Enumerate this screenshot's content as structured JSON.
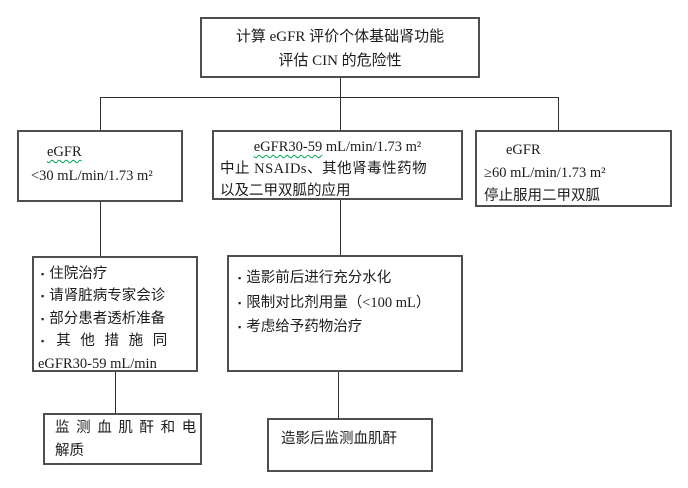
{
  "diagram": {
    "bullet_char": "▪",
    "colors": {
      "border": "#4e4e4e",
      "line": "#2e2e2e",
      "squiggle": "#00a651",
      "text": "#1c1c1c",
      "background": "#ffffff"
    },
    "nodes": {
      "root": {
        "line1": "计算 eGFR 评价个体基础肾功能",
        "line2": "评估 CIN 的危险性"
      },
      "branch_low": {
        "egfr_label": "eGFR",
        "value": "<30 mL/min/1.73 m²"
      },
      "branch_mid": {
        "egfr_range": "eGFR30-59",
        "range_unit": " mL/min/1.73 m²",
        "line2": "中止 NSAIDs、其他肾毒性药物",
        "line3": "以及二甲双胍的应用"
      },
      "branch_high": {
        "egfr_label": "eGFR",
        "value": "≥60 mL/min/1.73 m²",
        "action": "停止服用二甲双胍"
      },
      "action_low": {
        "bullets": [
          "住院治疗",
          "请肾脏病专家会诊",
          "部分患者透析准备",
          "其 他 措 施 同"
        ],
        "continuation": "eGFR30-59 mL/min"
      },
      "action_mid": {
        "bullets": [
          "造影前后进行充分水化",
          "限制对比剂用量（<100 mL）",
          "考虑给予药物治疗"
        ]
      },
      "monitor_low": {
        "line1": "监 测 血 肌 酐 和 电",
        "line2": "解质"
      },
      "monitor_mid": {
        "line1": "造影后监测血肌酐"
      }
    }
  }
}
